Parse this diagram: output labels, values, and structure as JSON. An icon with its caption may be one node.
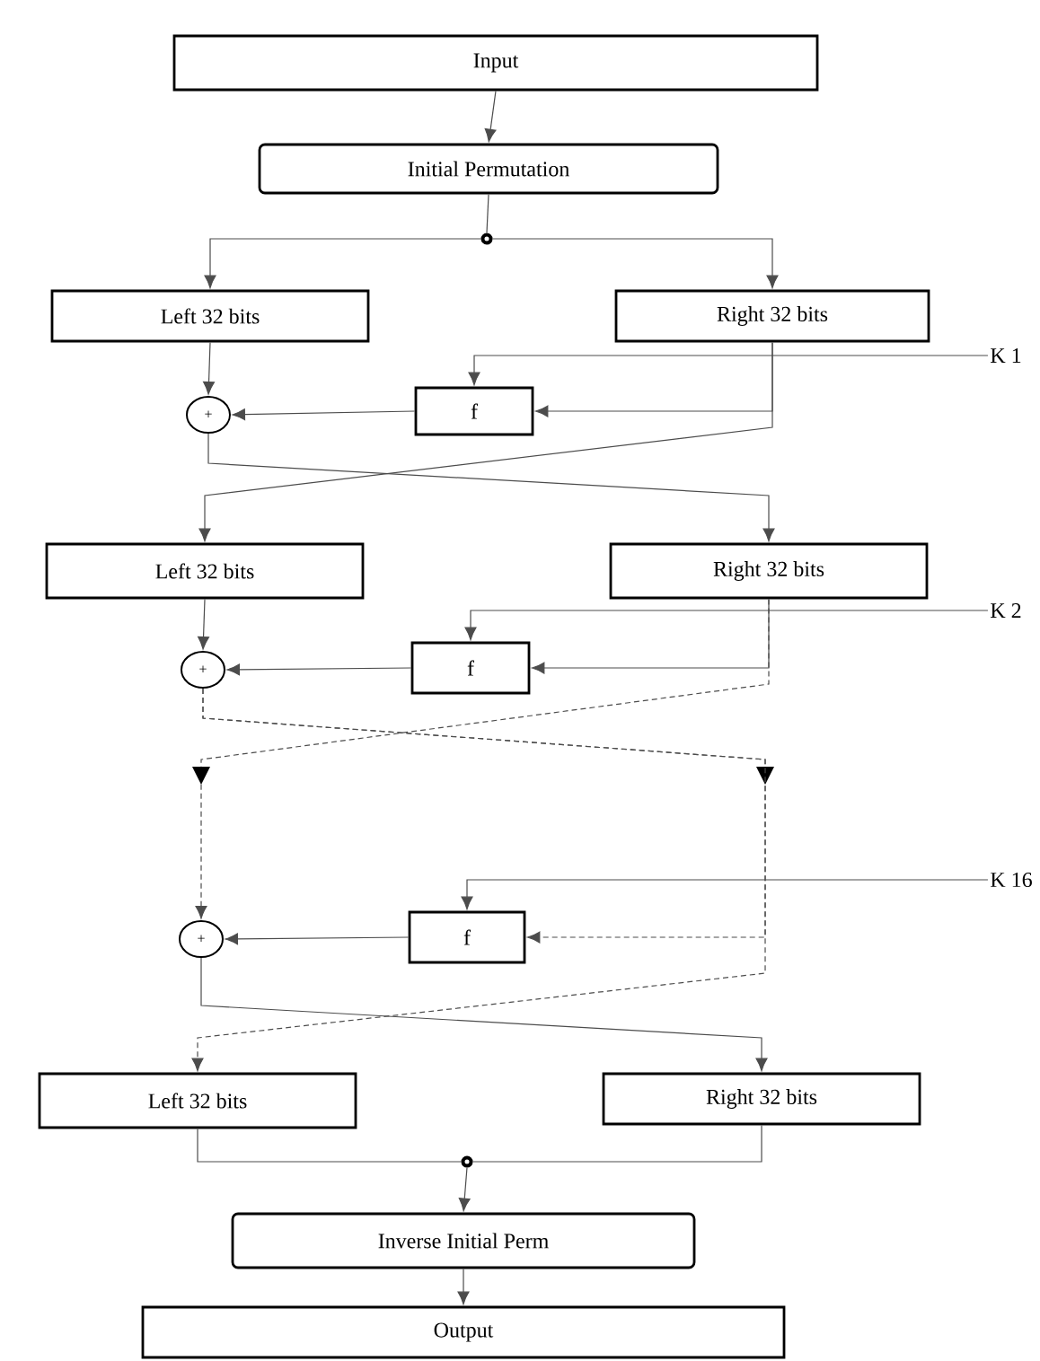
{
  "diagram": {
    "nodes": [
      {
        "text": [
          "Input"
        ]
      },
      {
        "text": [
          "Initial Permutation"
        ]
      },
      {
        "text": [],
        "shape": "circle"
      },
      {
        "text": [
          "Left 32 bits"
        ]
      },
      {
        "text": [
          "Right 32 bits"
        ]
      },
      {
        "text": [
          "K 1"
        ]
      },
      {
        "text": [
          "f"
        ]
      },
      {
        "text": [
          "+"
        ]
      },
      {
        "text": [
          "Left 32 bits"
        ]
      },
      {
        "text": [
          "Right 32 bits"
        ]
      },
      {
        "text": [
          "K 2"
        ]
      },
      {
        "text": [
          "f"
        ]
      },
      {
        "text": [
          "+"
        ]
      },
      {
        "text": [
          "K 16"
        ]
      },
      {
        "text": [
          "f"
        ]
      },
      {
        "text": [
          "+"
        ]
      },
      {
        "text": [
          "Left 32 bits"
        ]
      },
      {
        "text": [
          "Right 32 bits"
        ]
      },
      {
        "text": [],
        "shape": "circle"
      },
      {
        "text": [
          "Inverse Initial Perm"
        ]
      },
      {
        "text": [
          "Output"
        ]
      }
    ],
    "edges": [
      {
        "from": 0,
        "to": 1,
        "arrow": "to"
      },
      {
        "from": 1,
        "to": 2,
        "arrow": "none"
      },
      {
        "from": 2,
        "to": 3,
        "arrow": "to"
      },
      {
        "from": 2,
        "to": 4,
        "arrow": "to"
      },
      {
        "from": 3,
        "to": 7,
        "arrow": "to"
      },
      {
        "from": 4,
        "to": 6,
        "arrow": "to"
      },
      {
        "from": 5,
        "to": 6,
        "arrow": "to"
      },
      {
        "from": 6,
        "to": 7,
        "arrow": "to"
      },
      {
        "from": 4,
        "to": 8,
        "arrow": "to"
      },
      {
        "from": 7,
        "to": 9,
        "arrow": "to"
      },
      {
        "from": 8,
        "to": 12,
        "arrow": "to"
      },
      {
        "from": 9,
        "to": 11,
        "arrow": "to"
      },
      {
        "from": 10,
        "to": 11,
        "arrow": "to"
      },
      {
        "from": 11,
        "to": 12,
        "arrow": "to"
      },
      {
        "from": 9,
        "to": 15,
        "arrow": "to",
        "style": "dashed"
      },
      {
        "from": 12,
        "to": 14,
        "arrow": "to",
        "style": "dashed"
      },
      {
        "from": 12,
        "to": 16,
        "arrow": "to",
        "style": "dashed"
      },
      {
        "from": 13,
        "to": 14,
        "arrow": "to"
      },
      {
        "from": 14,
        "to": 15,
        "arrow": "to"
      },
      {
        "from": 15,
        "to": 17,
        "arrow": "to"
      },
      {
        "from": 16,
        "to": 18,
        "arrow": "none"
      },
      {
        "from": 17,
        "to": 18,
        "arrow": "none"
      },
      {
        "from": 18,
        "to": 19,
        "arrow": "to"
      },
      {
        "from": 19,
        "to": 20,
        "arrow": "to"
      }
    ]
  }
}
